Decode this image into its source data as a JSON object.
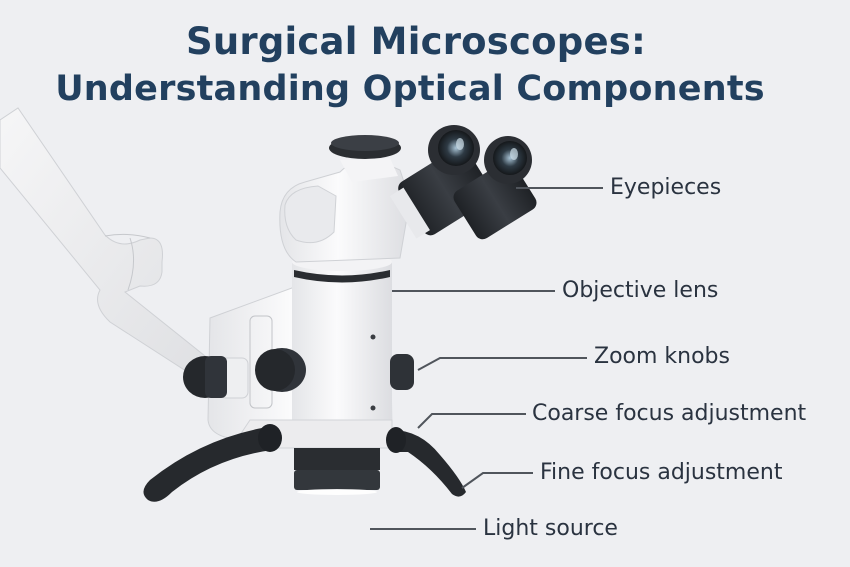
{
  "title": {
    "line1": "Surgical Microscopes:",
    "line2": "Understanding Optical Components"
  },
  "colors": {
    "background": "#eeeff2",
    "title": "#22405f",
    "label_text": "#2a3340",
    "leader_line": "#50555c",
    "body_white": "#f7f7f8",
    "knob_dark": "#2b2e33"
  },
  "labels": [
    {
      "id": "eyepieces",
      "text": "Eyepieces"
    },
    {
      "id": "objective-lens",
      "text": "Objective lens"
    },
    {
      "id": "zoom-knobs",
      "text": "Zoom knobs"
    },
    {
      "id": "coarse-focus",
      "text": "Coarse focus adjustment"
    },
    {
      "id": "fine-focus",
      "text": "Fine focus adjustment"
    },
    {
      "id": "light-source",
      "text": "Light source"
    }
  ],
  "illustration": {
    "subject": "surgical-microscope",
    "parts": [
      "mounting-arm",
      "binocular-head",
      "eyepieces",
      "objective-housing",
      "zoom-knobs",
      "focus-handles",
      "light-source-lens"
    ]
  }
}
